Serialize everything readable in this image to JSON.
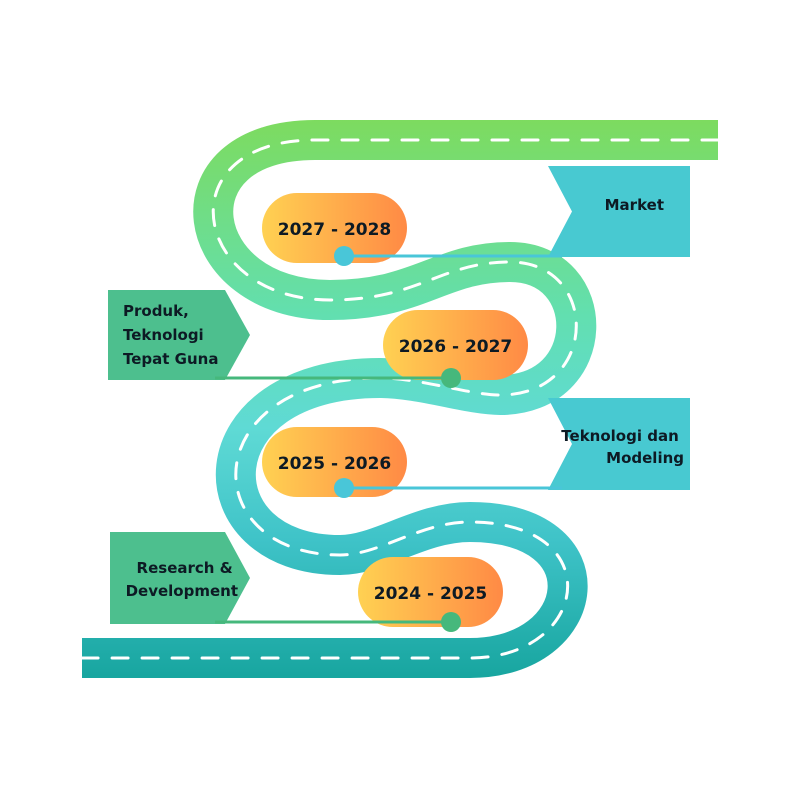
{
  "milestones": [
    {
      "year": "2027 - 2028"
    },
    {
      "year": "2026 - 2027"
    },
    {
      "year": "2025 - 2026"
    },
    {
      "year": "2024 - 2025"
    }
  ],
  "labels": {
    "market": "Market",
    "produk": [
      "Produk,",
      "Teknologi",
      "Tepat Guna"
    ],
    "teknologi": [
      "Teknologi dan",
      "Modeling"
    ],
    "research": [
      "Research &",
      "Development"
    ]
  },
  "colors": {
    "road_top": "#7ddb5f",
    "road_mid": "#5fdad5",
    "road_bottom": "#19aaa3",
    "badge_start": "#ffd152",
    "badge_end": "#ff8a45",
    "flag_green": "#4dbf8e",
    "flag_cyan": "#48c9d1",
    "dot_cyan": "#49c6d8",
    "dot_green": "#46b87c",
    "connector_cyan": "#49c6d8",
    "connector_green": "#46b87c"
  }
}
